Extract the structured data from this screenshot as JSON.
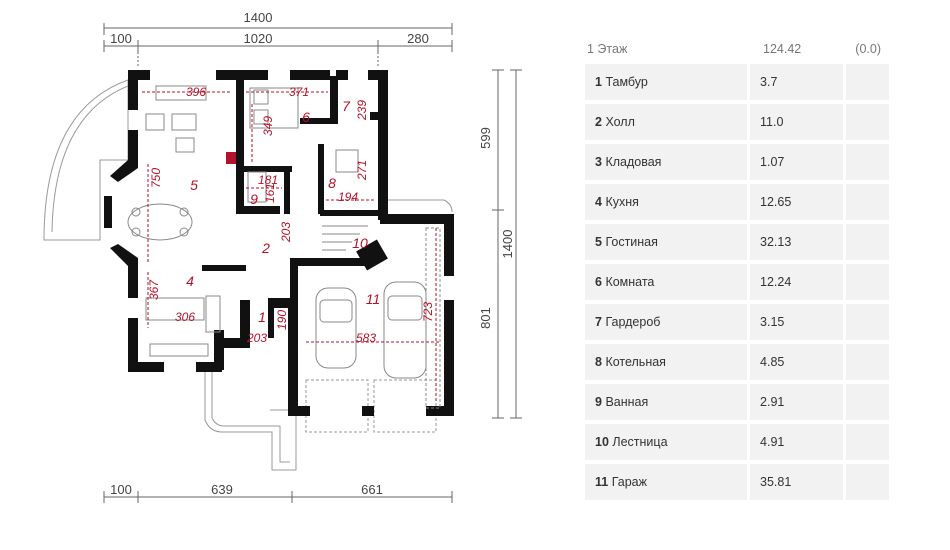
{
  "dimensions": {
    "top_total": "1400",
    "top_left": "100",
    "top_mid": "1020",
    "top_right": "280",
    "bottom_left": "100",
    "bottom_mid": "639",
    "bottom_right": "661",
    "right_total": "1400",
    "right_upper": "599",
    "right_lower": "801"
  },
  "plan_labels": {
    "rooms": [
      "1",
      "2",
      "4",
      "5",
      "6",
      "7",
      "8",
      "9",
      "10",
      "11"
    ],
    "room_dims": [
      "396",
      "371",
      "239",
      "349",
      "181",
      "161",
      "271",
      "194",
      "750",
      "203",
      "367",
      "306",
      "190",
      "203",
      "583",
      "723"
    ]
  },
  "table": {
    "header": {
      "floor": "1 Этаж",
      "total": "124.42",
      "extra": "(0.0)"
    },
    "rows": [
      {
        "num": "1",
        "name": "Тамбур",
        "area": "3.7"
      },
      {
        "num": "2",
        "name": "Холл",
        "area": "11.0"
      },
      {
        "num": "3",
        "name": "Кладовая",
        "area": "1.07"
      },
      {
        "num": "4",
        "name": "Кухня",
        "area": "12.65"
      },
      {
        "num": "5",
        "name": "Гостиная",
        "area": "32.13"
      },
      {
        "num": "6",
        "name": "Комната",
        "area": "12.24"
      },
      {
        "num": "7",
        "name": "Гардероб",
        "area": "3.15"
      },
      {
        "num": "8",
        "name": "Котельная",
        "area": "4.85"
      },
      {
        "num": "9",
        "name": "Ванная",
        "area": "2.91"
      },
      {
        "num": "10",
        "name": "Лестница",
        "area": "4.91"
      },
      {
        "num": "11",
        "name": "Гараж",
        "area": "35.81"
      }
    ]
  },
  "colors": {
    "wall": "#111111",
    "label_red": "#b3122a",
    "dim_line": "#666666",
    "table_bg": "#f2f2f2"
  }
}
